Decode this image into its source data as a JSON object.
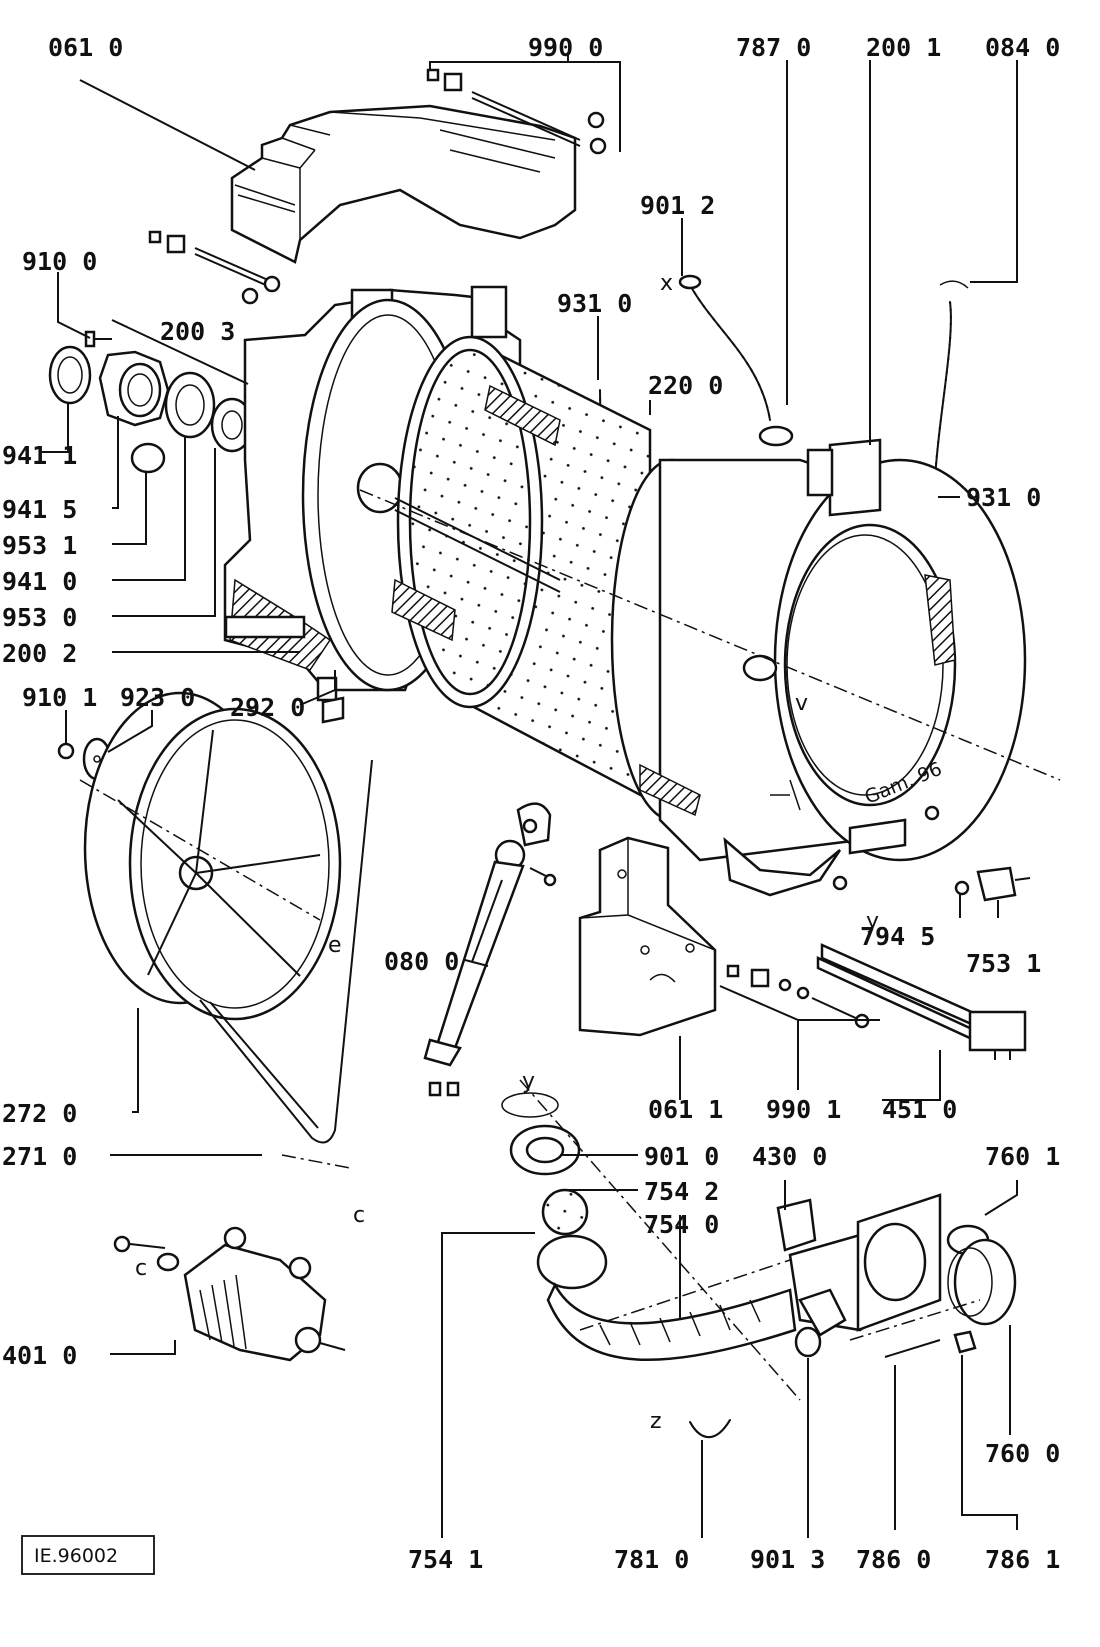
{
  "labels": {
    "l0610": "061 0",
    "l9900": "990 0",
    "l7870": "787 0",
    "l2001": "200 1",
    "l0840": "084 0",
    "l9012": "901 2",
    "l9100": "910 0",
    "l2003": "200 3",
    "l9310a": "931 0",
    "l2200": "220 0",
    "l9310b": "931 0",
    "l9411": "941 1",
    "l9415": "941 5",
    "l9531": "953 1",
    "l9410": "941 0",
    "l9530": "953 0",
    "l2002": "200 2",
    "l9101": "910 1",
    "l9230": "923 0",
    "l2920": "292 0",
    "l0800": "080 0",
    "l7945": "794 5",
    "l7531": "753 1",
    "l2720": "272 0",
    "l0611": "061 1",
    "l9901": "990 1",
    "l4510": "451 0",
    "l2710": "271 0",
    "l9010": "901 0",
    "l4300": "430 0",
    "l7601": "760 1",
    "l7542": "754 2",
    "l7540": "754 0",
    "l4010": "401 0",
    "l7600": "760 0",
    "l7541": "754 1",
    "l7810": "781 0",
    "l9013": "901 3",
    "l7860": "786 0",
    "l7861": "786 1"
  },
  "refs": {
    "x": "x",
    "v": "v",
    "y1": "y",
    "y2": "y",
    "e": "e",
    "c1": "c",
    "c2": "c",
    "z": "z"
  },
  "stamp": "Gam. 96",
  "drawing_code": "IE.96002"
}
